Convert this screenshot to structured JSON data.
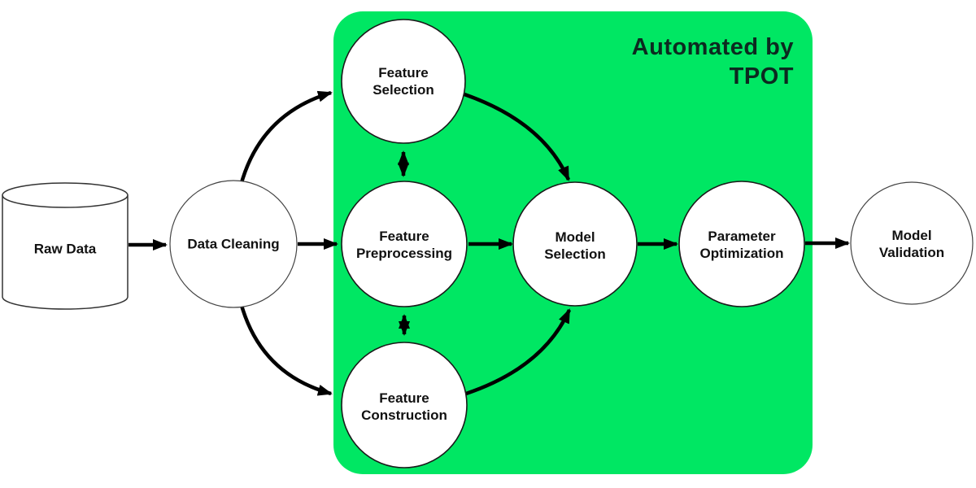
{
  "diagram": {
    "title": "Automated by TPOT",
    "nodes": {
      "raw_data": "Raw Data",
      "data_cleaning": "Data Cleaning",
      "feature_selection": "Feature\nSelection",
      "feature_preprocessing": "Feature\nPreprocessing",
      "feature_construction": "Feature\nConstruction",
      "model_selection": "Model\nSelection",
      "parameter_optimization": "Parameter\nOptimization",
      "model_validation": "Model\nValidation"
    },
    "automated_group": [
      "Feature Selection",
      "Feature Preprocessing",
      "Feature Construction",
      "Model Selection",
      "Parameter Optimization"
    ],
    "edges": [
      {
        "from": "Raw Data",
        "to": "Data Cleaning",
        "type": "arrow",
        "curved": false
      },
      {
        "from": "Data Cleaning",
        "to": "Feature Selection",
        "type": "arrow",
        "curved": true
      },
      {
        "from": "Data Cleaning",
        "to": "Feature Preprocessing",
        "type": "arrow",
        "curved": false
      },
      {
        "from": "Data Cleaning",
        "to": "Feature Construction",
        "type": "arrow",
        "curved": true
      },
      {
        "from": "Feature Selection",
        "to": "Feature Preprocessing",
        "type": "double-arrow",
        "curved": false
      },
      {
        "from": "Feature Preprocessing",
        "to": "Feature Construction",
        "type": "double-arrow",
        "curved": false
      },
      {
        "from": "Feature Selection",
        "to": "Model Selection",
        "type": "arrow",
        "curved": true
      },
      {
        "from": "Feature Preprocessing",
        "to": "Model Selection",
        "type": "arrow",
        "curved": false
      },
      {
        "from": "Feature Construction",
        "to": "Model Selection",
        "type": "arrow",
        "curved": true
      },
      {
        "from": "Model Selection",
        "to": "Parameter Optimization",
        "type": "arrow",
        "curved": false
      },
      {
        "from": "Parameter Optimization",
        "to": "Model Validation",
        "type": "arrow",
        "curved": false
      }
    ],
    "colors": {
      "box_green": "#00E763",
      "title_text": "#0C2A20",
      "arrow": "#000000",
      "node_fill": "#FFFFFF",
      "node_stroke": "#1A1A1A"
    }
  }
}
